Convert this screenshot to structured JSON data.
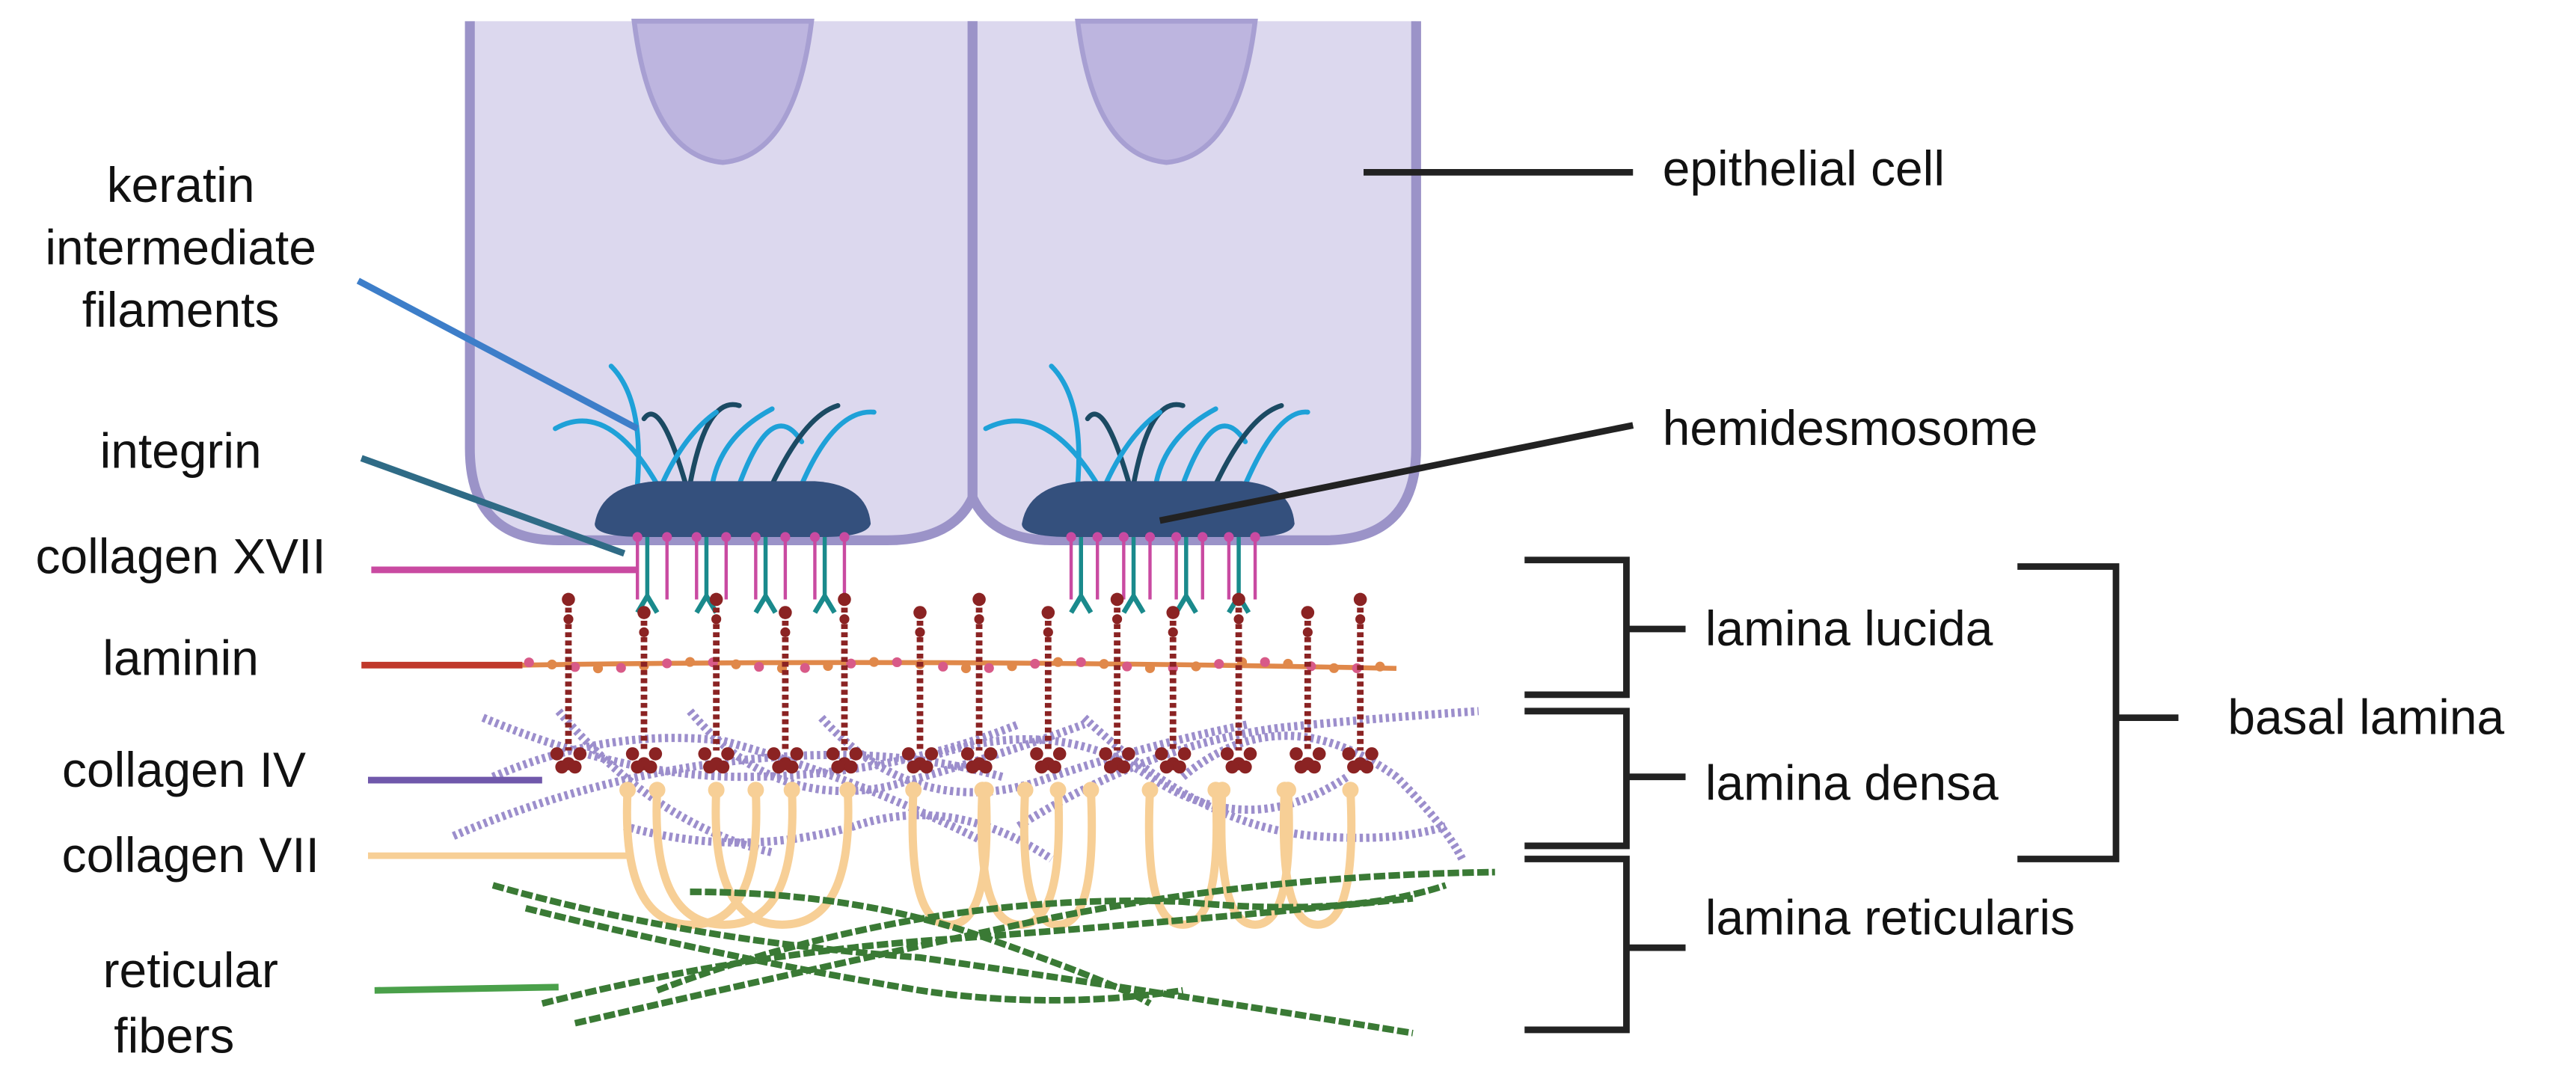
{
  "labels": {
    "keratin": [
      "keratin",
      "intermediate",
      "filaments"
    ],
    "integrin": "integrin",
    "collagen_xvii": "collagen XVII",
    "laminin": "laminin",
    "collagen_iv": "collagen IV",
    "collagen_vii": "collagen VII",
    "reticular": [
      "reticular",
      "fibers"
    ],
    "epithelial_cell": "epithelial cell",
    "hemidesmosome": "hemidesmosome",
    "lamina_lucida": "lamina lucida",
    "lamina_densa": "lamina densa",
    "lamina_reticularis": "lamina reticularis",
    "basal_lamina": "basal lamina"
  },
  "colors": {
    "cell_fill": "#dcd8ee",
    "cell_border": "#9b93c8",
    "nucleus": "#bdb5df",
    "hemidesmosome": "#34507d",
    "keratin_light": "#1ea1d8",
    "keratin_dark": "#1b4a63",
    "keratin_pointer": "#3d7ec9",
    "integrin": "#1a8a8c",
    "integrin_pointer": "#2f6b86",
    "collagen_xvii": "#c94aa1",
    "laminin": "#8b2323",
    "laminin_pointer": "#c0392b",
    "laminin_beads": "#e0884a",
    "collagen_iv": "#7f6bb8",
    "collagen_iv_pointer": "#7058ab",
    "collagen_vii": "#f7cf96",
    "reticular": "#3a7a35",
    "reticular_pointer": "#4aa04a",
    "leader": "#222222"
  }
}
